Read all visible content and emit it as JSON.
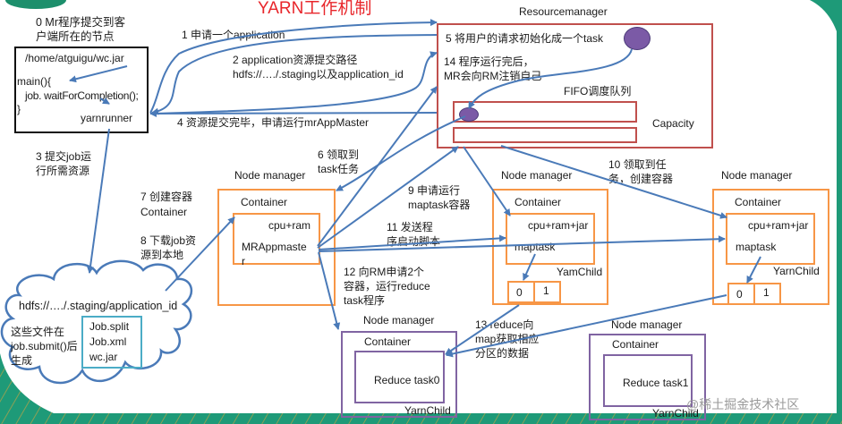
{
  "title": "YARN工作机制",
  "colors": {
    "title": "#e8262b",
    "rm_border": "#c0504d",
    "nm_border": "#f79646",
    "reduce_border": "#8064a2",
    "arrow": "#4a7ab8",
    "task_circle": "#7b5aa6",
    "hdfs_box": "#4bacc6",
    "frame_green": "#1f9a7a",
    "frame_orange": "#f0a030"
  },
  "client": {
    "label": "0 Mr程序提交到客户端所在的节点",
    "label_line1": "0 Mr程序提交到客",
    "label_line2": "户端所在的节点",
    "jar_path": "/home/atguigu/wc.jar",
    "code_line1": "main(){",
    "code_line2": "job. waitForCompletion();",
    "code_line3": "}",
    "runner": "yarnrunner"
  },
  "steps": {
    "s1": "1 申请一个application",
    "s2_line1": "2 application资源提交路径",
    "s2_line2": "hdfs://…./.staging以及application_id",
    "s3_line1": "3 提交job运",
    "s3_line2": "行所需资源",
    "s4": "4 资源提交完毕，申请运行mrAppMaster",
    "s5": "5 将用户的请求初始化成一个task",
    "s6_line1": "6 领取到",
    "s6_line2": "task任务",
    "s7_line1": "7 创建容器",
    "s7_line2": "Container",
    "s8_line1": "8 下载job资",
    "s8_line2": "源到本地",
    "s9_line1": "9 申请运行",
    "s9_line2": "maptask容器",
    "s10_line1": "10 领取到任",
    "s10_line2": "务，创建容器",
    "s11_line1": "11 发送程",
    "s11_line2": "序启动脚本",
    "s12_line1": "12 向RM申请2个",
    "s12_line2": "容器，运行reduce",
    "s12_line3": "task程序",
    "s13_line1": "13 reduce向",
    "s13_line2": "map获取相应",
    "s13_line3": "分区的数据",
    "s14_line1": "14 程序运行完后，",
    "s14_line2": "MR会向RM注销自己"
  },
  "resource_manager": {
    "label": "Resourcemanager",
    "queue_label": "FIFO调度队列",
    "capacity_label": "Capacity"
  },
  "hdfs": {
    "path": "hdfs://…./.staging/application_id",
    "note_line1": "这些文件在",
    "note_line2": "job.submit()后",
    "note_line3": "生成",
    "files": [
      "Job.split",
      "Job.xml",
      "wc.jar"
    ]
  },
  "node_managers": {
    "appmaster": {
      "label": "Node manager",
      "container": "Container",
      "resources": "cpu+ram",
      "process_line1": "MRAppmaste",
      "process_line2": "r"
    },
    "map1": {
      "label": "Node manager",
      "container": "Container",
      "resources": "cpu+ram+jar",
      "process": "maptask",
      "child": "YamChild",
      "partitions": [
        "0",
        "1"
      ]
    },
    "map2": {
      "label": "Node manager",
      "container": "Container",
      "resources": "cpu+ram+jar",
      "process": "maptask",
      "child": "YarnChild",
      "partitions": [
        "0",
        "1"
      ]
    },
    "reduce0": {
      "label": "Node manager",
      "container": "Container",
      "process": "Reduce task0",
      "child": "YarnChild"
    },
    "reduce1": {
      "label": "Node manager",
      "container": "Container",
      "process": "Reduce task1",
      "child": "YarnChild"
    }
  },
  "watermark": "@稀土掘金技术社区"
}
